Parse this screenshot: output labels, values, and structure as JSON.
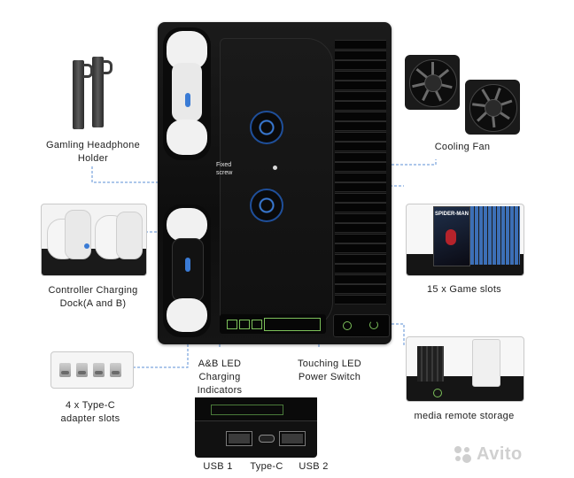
{
  "callouts": {
    "headphone_holder": "Gamling Headphone\nHolder",
    "cooling_fan": "Cooling Fan",
    "controller_dock": "Controller Charging\nDock(A and B)",
    "game_slots": "15 x Game slots",
    "led_indicators": "A&B LED\nCharging Indicators",
    "led_switch": "Touching LED\nPower Switch",
    "adapter_slots": "4 x Type-C\nadapter slots",
    "media_storage": "media remote storage",
    "usb1": "USB 1",
    "typec": "Type-C",
    "usb2": "USB 2",
    "fixed_screw": "Fixed\nscrew"
  },
  "game_cover_text": "SPIDER-MAN",
  "watermark": "Avito",
  "colors": {
    "station": "#111111",
    "fan_blue": "#3a7bd5",
    "led_green": "#7cc05a",
    "callout_line": "#5b8fd6"
  }
}
